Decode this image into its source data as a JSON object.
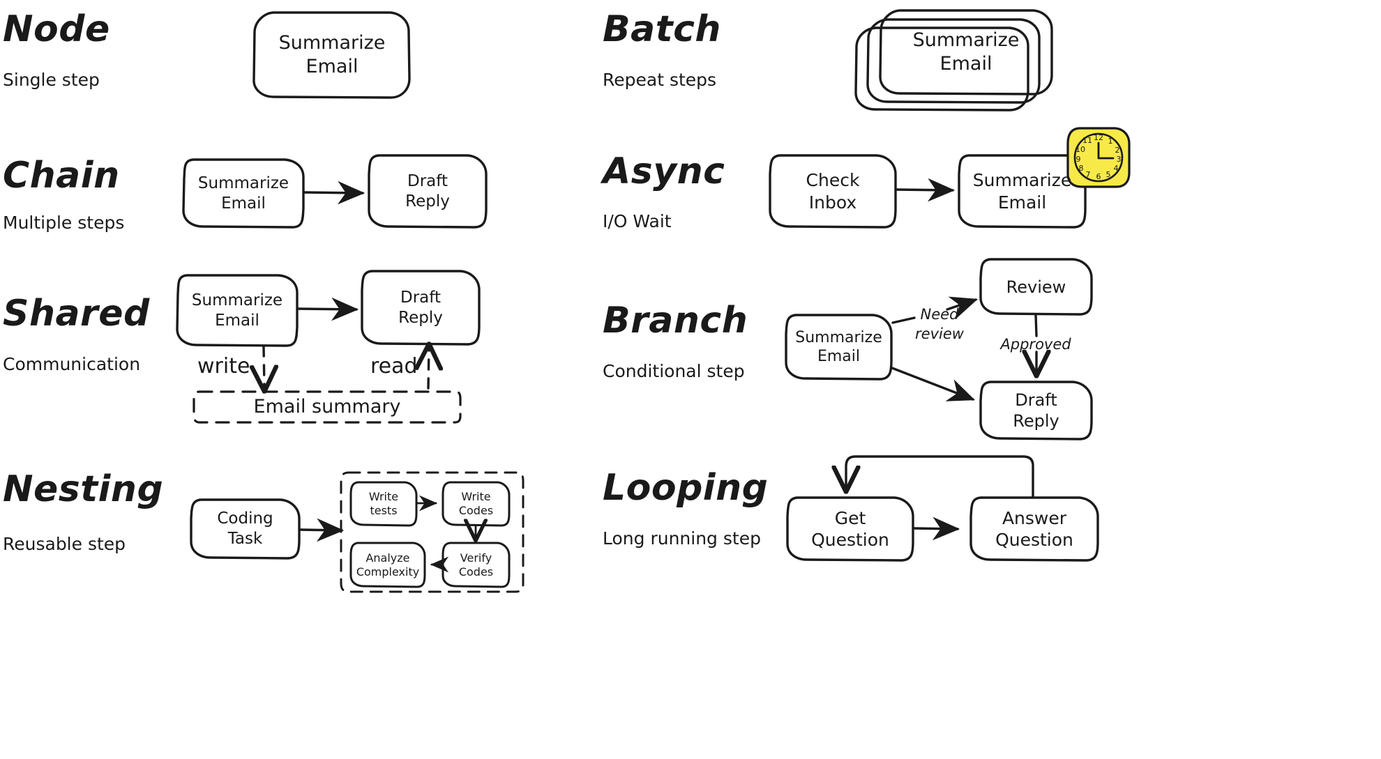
{
  "diagram": {
    "title_style": "hand-drawn sketch",
    "background": "#ffffff",
    "ink": "#1a1a1a",
    "accent": "#f7ea48"
  },
  "sections": [
    {
      "id": "node",
      "title": "Node",
      "subtitle": "Single step",
      "nodes": [
        {
          "id": "n1",
          "label": "Summarize\nEmail"
        }
      ],
      "edges": []
    },
    {
      "id": "batch",
      "title": "Batch",
      "subtitle": "Repeat steps",
      "nodes": [
        {
          "id": "b1",
          "label": "Summarize\nEmail",
          "stacked": 3
        }
      ],
      "edges": []
    },
    {
      "id": "chain",
      "title": "Chain",
      "subtitle": "Multiple steps",
      "nodes": [
        {
          "id": "c1",
          "label": "Summarize\nEmail"
        },
        {
          "id": "c2",
          "label": "Draft\nReply"
        }
      ],
      "edges": [
        {
          "from": "c1",
          "to": "c2",
          "label": "",
          "style": "solid"
        }
      ]
    },
    {
      "id": "async",
      "title": "Async",
      "subtitle": "I/O Wait",
      "nodes": [
        {
          "id": "a1",
          "label": "Check\nInbox",
          "icon": "clock-icon"
        },
        {
          "id": "a2",
          "label": "Summarize\nEmail"
        }
      ],
      "edges": [
        {
          "from": "a1",
          "to": "a2",
          "label": "",
          "style": "solid"
        }
      ]
    },
    {
      "id": "shared",
      "title": "Shared",
      "subtitle": "Communication",
      "nodes": [
        {
          "id": "s1",
          "label": "Summarize\nEmail"
        },
        {
          "id": "s2",
          "label": "Draft\nReply"
        },
        {
          "id": "s3",
          "label": "Email summary",
          "shape": "dashed-store"
        }
      ],
      "edges": [
        {
          "from": "s1",
          "to": "s2",
          "label": "",
          "style": "solid"
        },
        {
          "from": "s1",
          "to": "s3",
          "label": "write",
          "style": "dashed"
        },
        {
          "from": "s3",
          "to": "s2",
          "label": "read",
          "style": "dashed"
        }
      ]
    },
    {
      "id": "branch",
      "title": "Branch",
      "subtitle": "Conditional step",
      "nodes": [
        {
          "id": "r1",
          "label": "Summarize\nEmail"
        },
        {
          "id": "r2",
          "label": "Review"
        },
        {
          "id": "r3",
          "label": "Draft\nReply"
        }
      ],
      "edges": [
        {
          "from": "r1",
          "to": "r2",
          "label": "Need\nreview",
          "style": "solid"
        },
        {
          "from": "r2",
          "to": "r3",
          "label": "Approved",
          "style": "solid"
        },
        {
          "from": "r1",
          "to": "r3",
          "label": "",
          "style": "solid"
        }
      ]
    },
    {
      "id": "nesting",
      "title": "Nesting",
      "subtitle": "Reusable step",
      "nodes": [
        {
          "id": "g1",
          "label": "Coding\nTask"
        },
        {
          "id": "g2",
          "label": "Write\ntests",
          "group": "subflow"
        },
        {
          "id": "g3",
          "label": "Write\nCodes",
          "group": "subflow"
        },
        {
          "id": "g4",
          "label": "Verify\nCodes",
          "group": "subflow"
        },
        {
          "id": "g5",
          "label": "Analyze\nComplexity",
          "group": "subflow"
        }
      ],
      "edges": [
        {
          "from": "g1",
          "to": "subflow",
          "label": "",
          "style": "solid"
        },
        {
          "from": "g2",
          "to": "g3",
          "label": "",
          "style": "solid"
        },
        {
          "from": "g3",
          "to": "g4",
          "label": "",
          "style": "solid"
        },
        {
          "from": "g4",
          "to": "g5",
          "label": "",
          "style": "solid"
        }
      ]
    },
    {
      "id": "looping",
      "title": "Looping",
      "subtitle": "Long running step",
      "nodes": [
        {
          "id": "l1",
          "label": "Get\nQuestion"
        },
        {
          "id": "l2",
          "label": "Answer\nQuestion"
        }
      ],
      "edges": [
        {
          "from": "l1",
          "to": "l2",
          "label": "",
          "style": "solid"
        },
        {
          "from": "l2",
          "to": "l1",
          "label": "",
          "style": "solid-loopback"
        }
      ]
    }
  ],
  "clock": {
    "name": "clock-icon",
    "fill": "#f7ea48",
    "numerals": [
      "12",
      "1",
      "2",
      "3",
      "4",
      "5",
      "6",
      "7",
      "8",
      "9",
      "10",
      "11"
    ],
    "hour_hand": "12",
    "minute_hand": "3"
  },
  "labels": {
    "node_title": "Node",
    "node_sub": "Single step",
    "batch_title": "Batch",
    "batch_sub": "Repeat steps",
    "chain_title": "Chain",
    "chain_sub": "Multiple steps",
    "async_title": "Async",
    "async_sub": "I/O Wait",
    "shared_title": "Shared",
    "shared_sub": "Communication",
    "branch_title": "Branch",
    "branch_sub": "Conditional step",
    "nesting_title": "Nesting",
    "nesting_sub": "Reusable step",
    "looping_title": "Looping",
    "looping_sub": "Long running step",
    "summarize_email": "Summarize\nEmail",
    "draft_reply": "Draft\nReply",
    "check_inbox": "Check\nInbox",
    "review": "Review",
    "email_summary": "Email summary",
    "write": "write",
    "read": "read",
    "need_review": "Need\nreview",
    "approved": "Approved",
    "coding_task": "Coding\nTask",
    "write_tests": "Write\ntests",
    "write_codes": "Write\nCodes",
    "verify_codes": "Verify\nCodes",
    "analyze_complexity": "Analyze\nComplexity",
    "get_question": "Get\nQuestion",
    "answer_question": "Answer\nQuestion"
  }
}
